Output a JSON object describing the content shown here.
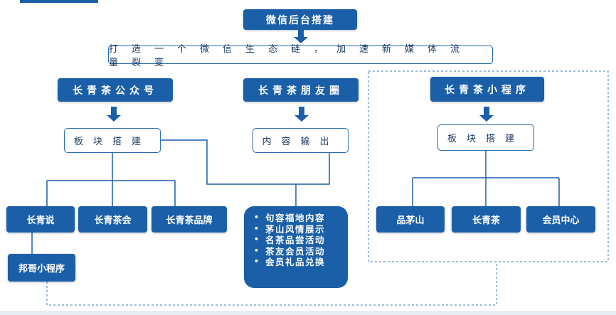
{
  "top": {
    "title": "微信后台搭建"
  },
  "banner": {
    "text": "打造一个微信生态链，加速新媒体流量裂变"
  },
  "columns": {
    "public": {
      "title": "长青茶公众号",
      "sub": "板块搭建",
      "leaves": [
        "长青说",
        "长青茶会",
        "长青茶品牌"
      ],
      "extra": "邦哥小程序"
    },
    "moments": {
      "title": "长青茶朋友圈",
      "sub": "内容输出",
      "bullets": [
        "句容福地内容",
        "茅山风情展示",
        "名茶品尝活动",
        "茶友会员活动",
        "会员礼品兑换"
      ]
    },
    "mini": {
      "title": "长青茶小程序",
      "sub": "板块搭建",
      "leaves": [
        "品茅山",
        "长青茶",
        "会员中心"
      ]
    }
  },
  "bullet_symbol": "•",
  "colors": {
    "primary": "#1a5fa8",
    "outline": "#2a6db3",
    "text_dark": "#1d3d66",
    "connector": "#1a5fa8",
    "dashed": "#3a79c2"
  },
  "icons": {
    "down_arrow": "down-arrow-icon"
  }
}
